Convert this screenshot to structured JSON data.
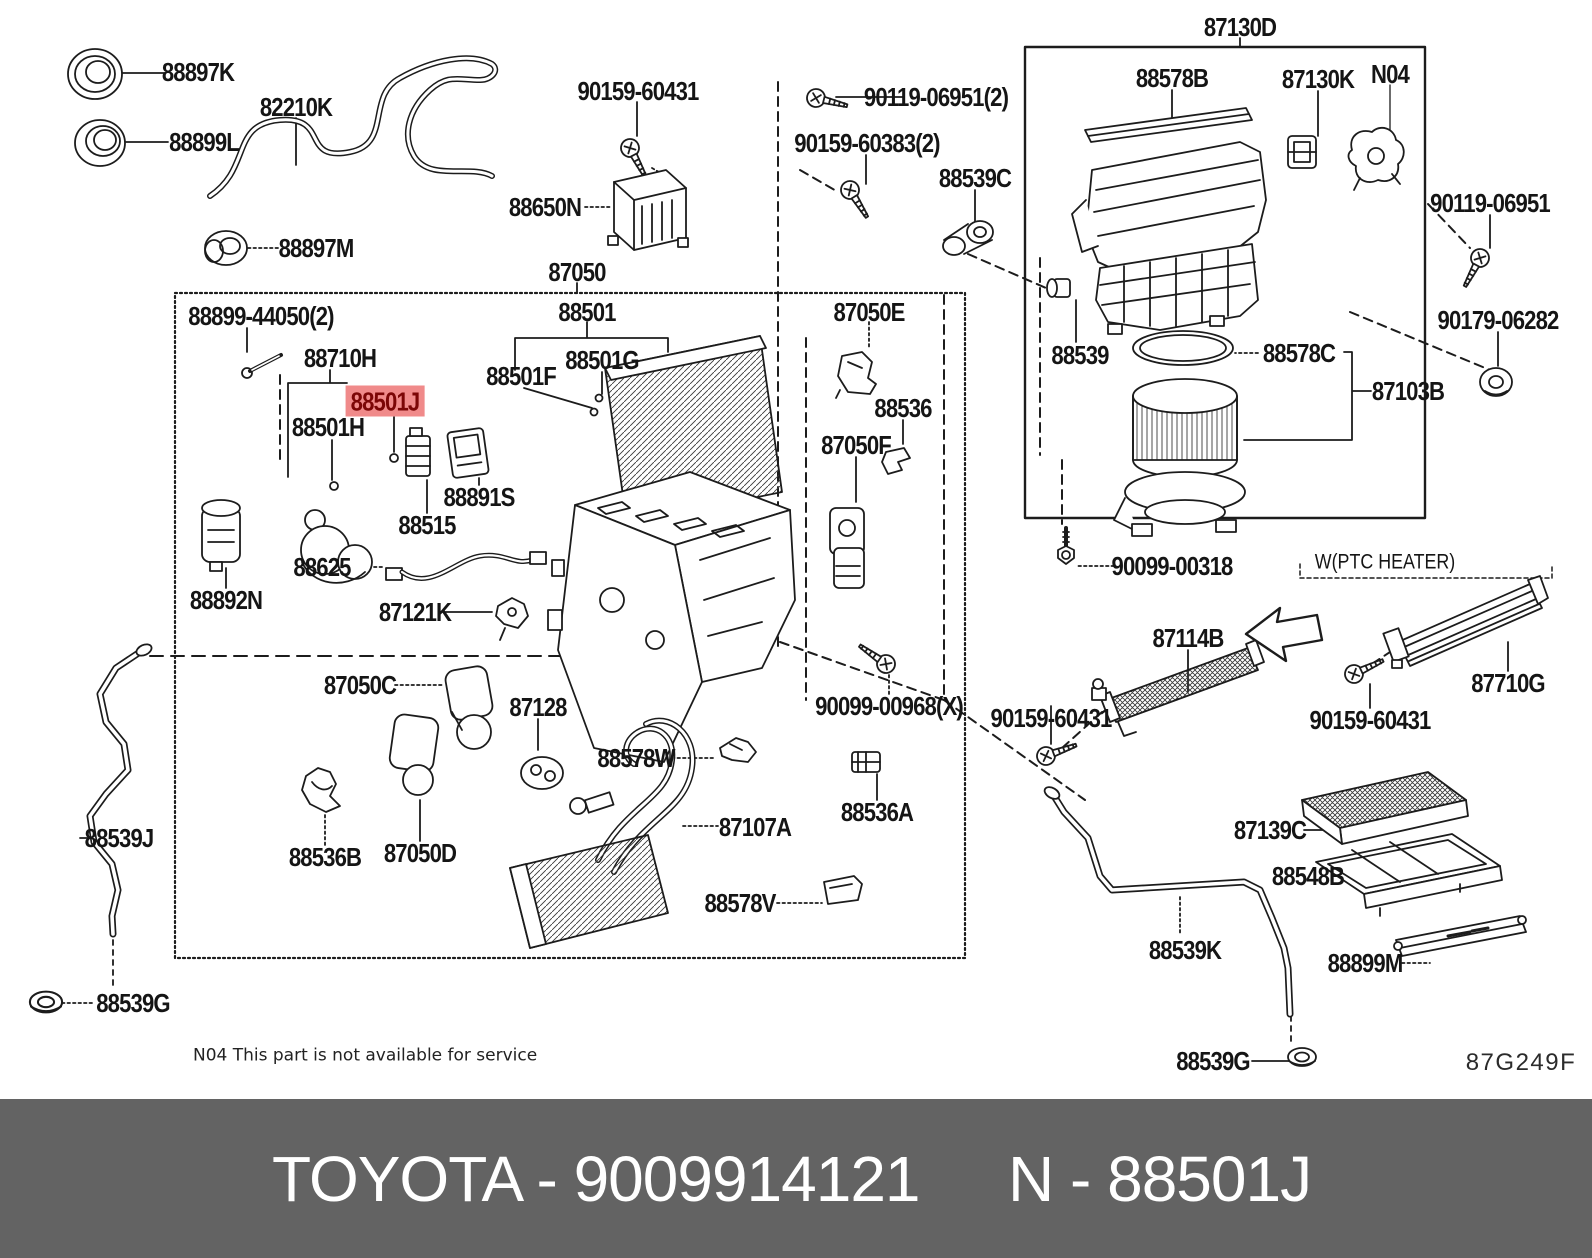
{
  "colors": {
    "banner_bg": "#636363",
    "banner_fg": "#ffffff",
    "highlight_bg": "#f08a8a",
    "highlight_fg": "#7c0606",
    "ink": "#1c1c1c"
  },
  "banner": {
    "left_text": "TOYOTA - 9009914121",
    "right_text": "N - 88501J"
  },
  "footnote": "N04 This part is not available for service",
  "diagram_code": "87G249F",
  "highlighted_part": "88501J",
  "labels": [
    {
      "text": "88897K"
    },
    {
      "text": "88899L"
    },
    {
      "text": "82210K"
    },
    {
      "text": "88897M"
    },
    {
      "text": "90159-60431"
    },
    {
      "text": "88650N"
    },
    {
      "text": "87050"
    },
    {
      "text": "88501"
    },
    {
      "text": "90119-06951(2)"
    },
    {
      "text": "90159-60383(2)"
    },
    {
      "text": "88539C"
    },
    {
      "text": "87130D"
    },
    {
      "text": "88578B"
    },
    {
      "text": "87130K"
    },
    {
      "text": "N04"
    },
    {
      "text": "90119-06951"
    },
    {
      "text": "90179-06282"
    },
    {
      "text": "88578C"
    },
    {
      "text": "87103B"
    },
    {
      "text": "88539"
    },
    {
      "text": "87050E"
    },
    {
      "text": "88536"
    },
    {
      "text": "87050F"
    },
    {
      "text": "88899-44050(2)"
    },
    {
      "text": "88710H"
    },
    {
      "text": "88501J"
    },
    {
      "text": "88501H"
    },
    {
      "text": "88501F"
    },
    {
      "text": "88501G"
    },
    {
      "text": "88891S"
    },
    {
      "text": "88515"
    },
    {
      "text": "88625"
    },
    {
      "text": "87121K"
    },
    {
      "text": "88892N"
    },
    {
      "text": "87050C"
    },
    {
      "text": "87128"
    },
    {
      "text": "88578W"
    },
    {
      "text": "87107A"
    },
    {
      "text": "88578V"
    },
    {
      "text": "88536B"
    },
    {
      "text": "87050D"
    },
    {
      "text": "88536A"
    },
    {
      "text": "90099-00968(X)"
    },
    {
      "text": "90099-00318"
    },
    {
      "text": "87114B"
    },
    {
      "text": "W(PTC HEATER)"
    },
    {
      "text": "87710G"
    },
    {
      "text": "90159-60431"
    },
    {
      "text": "90159-60431"
    },
    {
      "text": "87139C"
    },
    {
      "text": "88548B"
    },
    {
      "text": "88899M"
    },
    {
      "text": "88539K"
    },
    {
      "text": "88539G"
    },
    {
      "text": "88539J"
    },
    {
      "text": "88539G"
    }
  ]
}
